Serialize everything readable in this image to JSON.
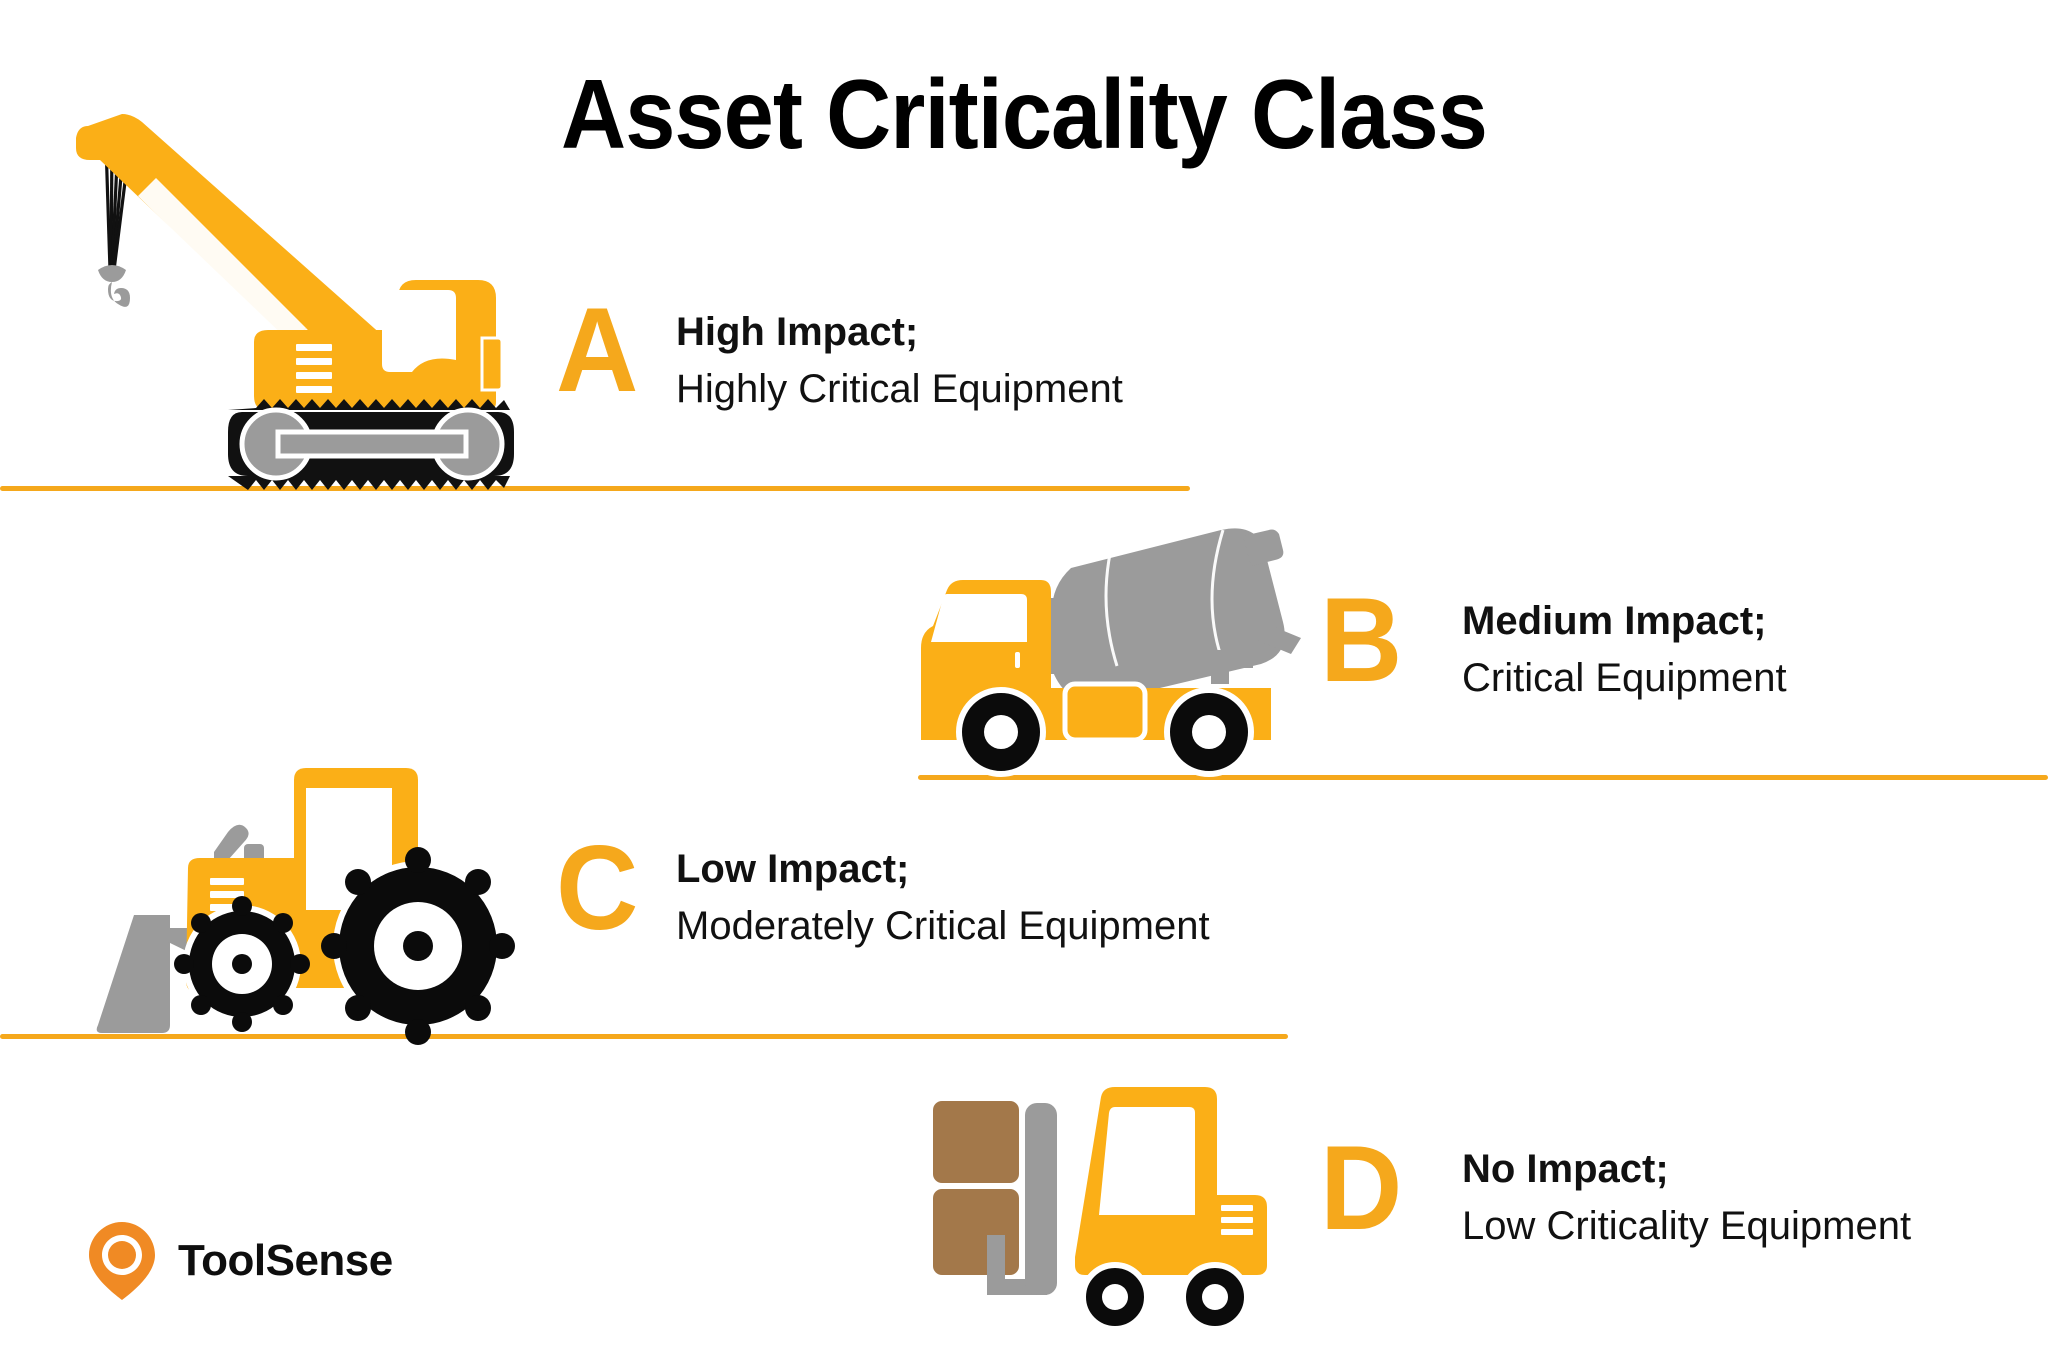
{
  "page": {
    "title": "Asset Criticality Class",
    "background_color": "#ffffff",
    "accent_color": "#f5a81c",
    "text_color": "#111111",
    "gray_color": "#9b9b9b",
    "brown_color": "#a3784a",
    "black_color": "#000000"
  },
  "rows": [
    {
      "letter": "A",
      "headline": "High Impact;",
      "subline": "Highly Critical Equipment",
      "illustration": "crawler-crane-icon"
    },
    {
      "letter": "B",
      "headline": "Medium Impact;",
      "subline": "Critical Equipment",
      "illustration": "cement-mixer-truck-icon"
    },
    {
      "letter": "C",
      "headline": "Low Impact;",
      "subline": "Moderately Critical Equipment",
      "illustration": "wheel-loader-tractor-icon"
    },
    {
      "letter": "D",
      "headline": "No Impact;",
      "subline": "Low Criticality Equipment",
      "illustration": "forklift-icon"
    }
  ],
  "logo": {
    "name": "ToolSense",
    "mark": "location-pin-icon",
    "mark_color": "#f08a24"
  }
}
